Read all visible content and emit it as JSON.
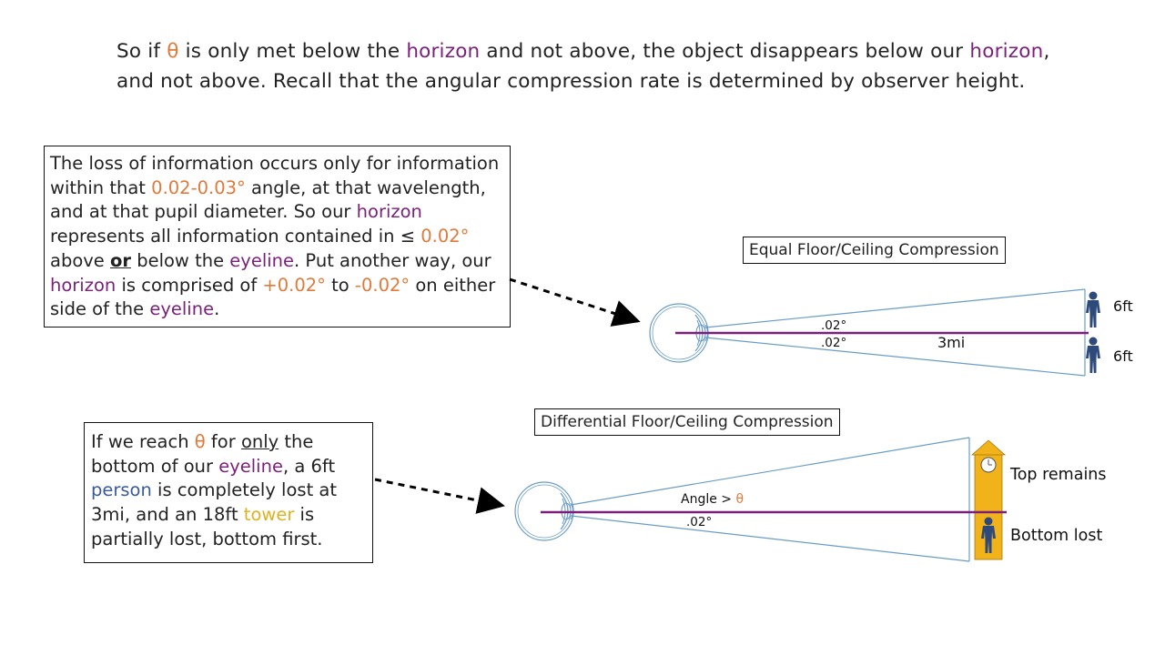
{
  "headline": {
    "p1": "So if ",
    "theta": "θ",
    "p2": " is only met below the ",
    "horizon1": "horizon",
    "p3": " and not above, the object disappears below our ",
    "horizon2": "horizon",
    "p4": ",",
    "line2": "and not above.  Recall that the angular compression rate is determined by observer height."
  },
  "box1": {
    "t1": "The loss of information occurs only for information within that ",
    "range": "0.02-0.03°",
    "t2": " angle, at that wavelength, and at that pupil diameter.  So our ",
    "horizon1": "horizon",
    "t3": " represents all information contained in ≤ ",
    "val1": "0.02°",
    "t4": " above ",
    "or": "or",
    "t5": " below the ",
    "eyeline1": "eyeline",
    "t6": ".  Put another way, our ",
    "horizon2": "horizon",
    "t7": " is comprised of ",
    "plus": "+0.02°",
    "t8": " to ",
    "minus": "-0.02°",
    "t9": " on either side of the ",
    "eyeline2": "eyeline",
    "t10": "."
  },
  "box2": {
    "t1": "If we reach ",
    "theta": "θ",
    "t2": " for ",
    "only": "only",
    "t3": " the bottom of our ",
    "eyeline": "eyeline",
    "t4": ", a 6ft ",
    "person": "person",
    "t5": " is completely lost at 3mi, and an 18ft ",
    "tower": "tower",
    "t6": " is partially lost, bottom first."
  },
  "diagram1": {
    "title": "Equal Floor/Ceiling Compression",
    "angle_top": ".02°",
    "angle_bottom": ".02°",
    "distance": "3mi",
    "height_top": "6ft",
    "height_bottom": "6ft"
  },
  "diagram2": {
    "title": "Differential Floor/Ceiling Compression",
    "angle_label": "Angle > ",
    "theta": "θ",
    "angle_bottom": ".02°",
    "top_label": "Top remains",
    "bottom_label": "Bottom lost"
  },
  "colors": {
    "purple": "#7b1f7a",
    "orange": "#e07a3a",
    "person_blue": "#2e4a7a",
    "tower_gold": "#f2b21a",
    "cone_line": "#6a9cc8"
  }
}
